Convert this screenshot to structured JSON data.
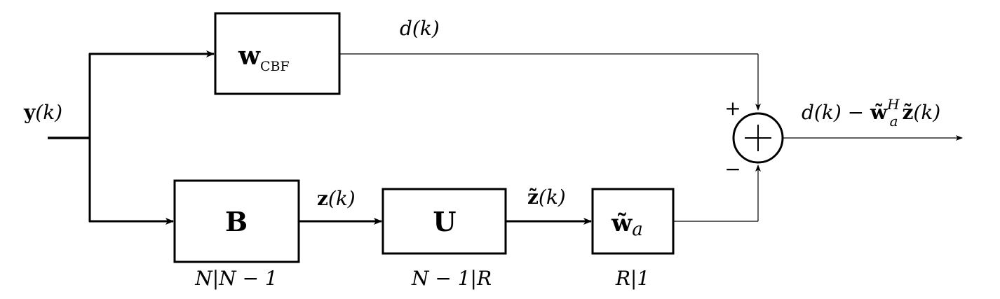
{
  "blocks": {
    "cbf": {
      "main": "w",
      "sub": "CBF"
    },
    "b": {
      "label": "B",
      "dim": "N|N − 1"
    },
    "u": {
      "label": "U",
      "dim": "N − 1|R"
    },
    "wa": {
      "main": "w̃",
      "sub": "a",
      "dim": "R|1"
    }
  },
  "signals": {
    "input": {
      "bold": "y",
      "rest": "(k)"
    },
    "desired": "d(k)",
    "z": {
      "bold": "z",
      "rest": "(k)"
    },
    "ztilde": {
      "bold": "z̃",
      "rest": "(k)"
    },
    "output": {
      "pre": "d(k) − ",
      "w": "w̃",
      "sub": "a",
      "sup": "H",
      "z": "z̃",
      "post": "(k)"
    }
  },
  "summer": {
    "plus": "+",
    "minus": "−"
  }
}
